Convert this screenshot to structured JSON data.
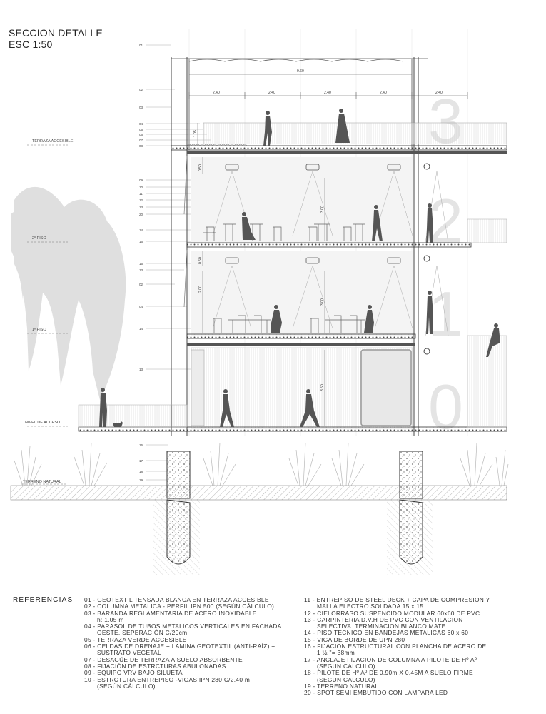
{
  "title": {
    "line1": "SECCION DETALLE",
    "line2": "ESC 1:50"
  },
  "levels": {
    "terraza": "TERRAZA ACCESIBLE",
    "piso2": "2º PISO",
    "piso1": "1º PISO",
    "acceso": "NIVEL DE ACCESO",
    "terreno": "TERRENO NATURAL"
  },
  "dimensions": {
    "total_width": "9.60",
    "bays": [
      "2.40",
      "2.40",
      "2.40",
      "2.40",
      "2.40"
    ],
    "parapet": "1.05",
    "slab_gap_top": "0.50",
    "slab_gap_mid": "0.50",
    "height_floor2": "3.00",
    "height_floor1": "3.00",
    "sill_floor1": "2.00",
    "height_ground": "3.50"
  },
  "floor_numbers": [
    "3",
    "2",
    "1",
    "0"
  ],
  "tags": {
    "top": [
      "01",
      "02",
      "03",
      "04",
      "05",
      "06",
      "07",
      "08"
    ],
    "floor2": [
      "09",
      "10",
      "11",
      "12",
      "13",
      "20",
      "14",
      "16"
    ],
    "floor1": [
      "15",
      "13",
      "02",
      "04",
      "14"
    ],
    "ground": [
      "13"
    ],
    "foundation": [
      "16",
      "17",
      "18",
      "19"
    ]
  },
  "references": {
    "heading": "REFERENCIAS",
    "left": [
      "01 - GEOTEXTIL TENSADA BLANCA EN TERRAZA ACCESIBLE",
      "02 - COLUMNA METALICA - PERFIL IPN 500 (SEGÚN CÁLCULO)",
      "03 - BARANDA REGLAMENTARIA DE ACERO INOXIDABLE",
      "h: 1.05 m",
      "04 - PARASOL DE TUBOS METALICOS VERTICALES EN FACHADA",
      "OESTE, SEPERACIÓN C/20cm",
      "05 - TERRAZA VERDE ACCESIBLE",
      "06 - CELDAS DE DRENAJE + LAMINA GEOTEXTIL (ANTI-RAÍZ) +",
      "SUSTRATO VEGETAL",
      "07 - DESAGÜE DE TERRAZA A SUELO ABSORBENTE",
      "08 - FIJACIÓN DE ESTRCTURAS ABULONADAS",
      "09 - EQUIPO VRV BAJO SILUETA",
      "10 - ESTRCTURA ENTREPISO -VIGAS IPN 280 C/2.40 m",
      "(SEGÚN CÁLCULO)"
    ],
    "right": [
      "11 - ENTREPISO DE STEEL DECK + CAPA DE COMPRESION Y",
      "MALLA ELECTRO SOLDADA 15 x 15",
      "12 - CIELORRASO SUSPENCIDO MODULAR 60x60 DE PVC",
      "13 - CARPINTERIA D.V.H DE PVC CON VENTILACION",
      "SELECTIVA. TERMINACION BLANCO MATE",
      "14 - PISO TECNICO EN BANDEJAS METALICAS 60 x 60",
      "15 - VIGA DE BORDE DE UPN 280",
      "16 - FIJACION ESTRUCTURAL CON PLANCHA DE ACERO DE",
      "1 ½ \"= 38mm",
      "17 - ANCLAJE FIJACION DE COLUMNA A PILOTE DE Hº Aº",
      "(SEGUN CALCULO)",
      "18 - PILOTE DE Hº Aº DE 0.90m X 0.45M A SUELO FIRME",
      "(SEGUN CALCULO)",
      "19 - TERRENO NATURAL",
      "20 - SPOT SEMI EMBUTIDO CON LAMPARA LED"
    ]
  }
}
